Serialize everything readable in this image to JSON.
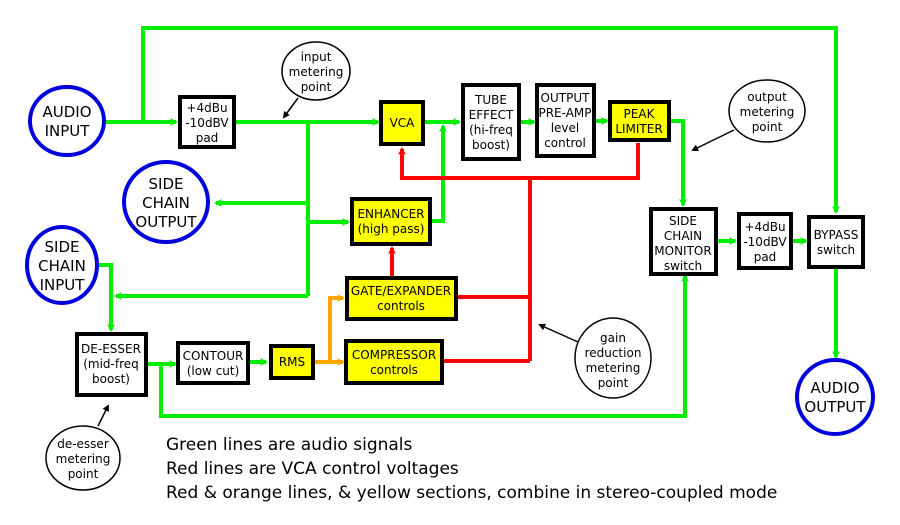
{
  "colors": {
    "audio_signal": "#00ee00",
    "vca_control": "#ff0000",
    "sidechain_control": "#ffa500",
    "stereo_coupled_section": "#ffff00",
    "io_outline": "#0000dd"
  },
  "io_nodes": {
    "audio_input": [
      "AUDIO",
      "INPUT"
    ],
    "side_chain_output": [
      "SIDE",
      "CHAIN",
      "OUTPUT"
    ],
    "side_chain_input": [
      "SIDE",
      "CHAIN",
      "INPUT"
    ],
    "audio_output": [
      "AUDIO",
      "OUTPUT"
    ]
  },
  "blocks": {
    "input_pad": [
      "+4dBu",
      "-10dBV",
      "pad"
    ],
    "vca": [
      "VCA"
    ],
    "tube_effect": [
      "TUBE",
      "EFFECT",
      "(hi-freq",
      "boost)"
    ],
    "output_preamp": [
      "OUTPUT",
      "PRE-AMP",
      "level",
      "control"
    ],
    "peak_limiter": [
      "PEAK",
      "LIMITER"
    ],
    "enhancer": [
      "ENHANCER",
      "(high pass)"
    ],
    "gate_expander": [
      "GATE/EXPANDER",
      "controls"
    ],
    "compressor": [
      "COMPRESSOR",
      "controls"
    ],
    "de_esser": [
      "DE-ESSER",
      "(mid-freq",
      "boost)"
    ],
    "contour": [
      "CONTOUR",
      "(low cut)"
    ],
    "rms": [
      "RMS"
    ],
    "side_chain_monitor": [
      "SIDE",
      "CHAIN",
      "MONITOR",
      "switch"
    ],
    "output_pad": [
      "+4dBu",
      "-10dBV",
      "pad"
    ],
    "bypass": [
      "BYPASS",
      "switch"
    ]
  },
  "bubbles": {
    "input_metering": [
      "input",
      "metering",
      "point"
    ],
    "output_metering": [
      "output",
      "metering",
      "point"
    ],
    "gain_reduction_metering": [
      "gain",
      "reduction",
      "metering",
      "point"
    ],
    "de_esser_metering": [
      "de-esser",
      "metering",
      "point"
    ]
  },
  "legend": [
    "Green lines are audio signals",
    "Red lines are VCA control voltages",
    "Red & orange lines, & yellow sections, combine in stereo-coupled mode"
  ]
}
